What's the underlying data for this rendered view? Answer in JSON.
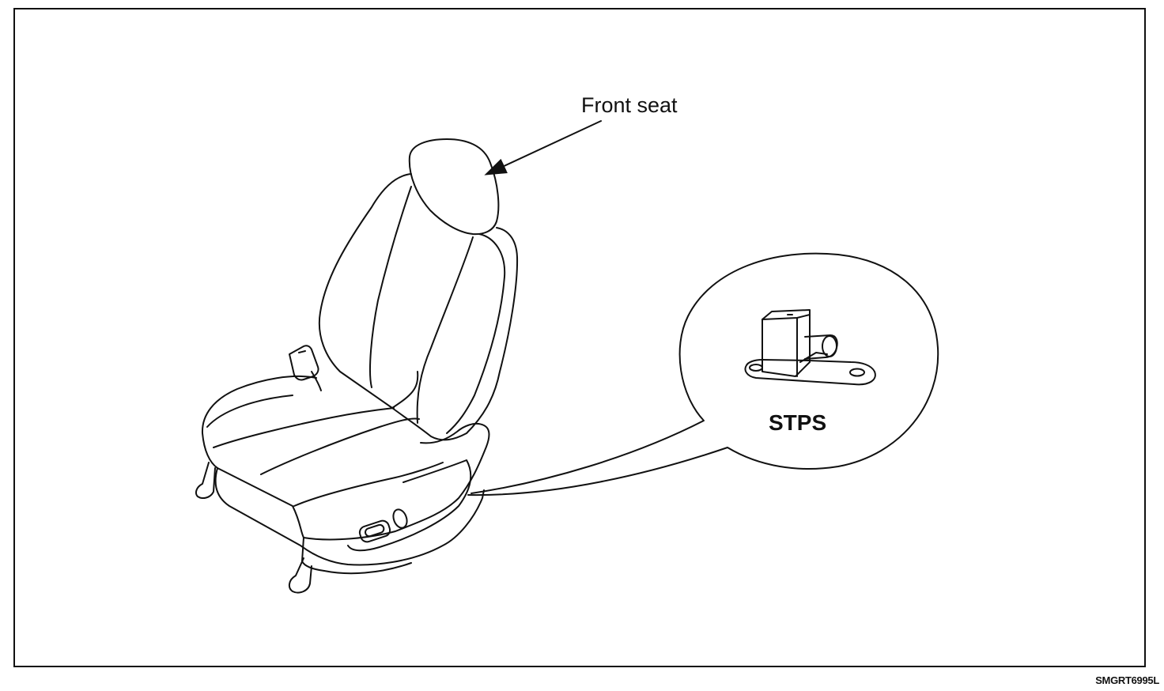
{
  "labels": {
    "front_seat": "Front seat",
    "stps": "STPS",
    "figure_code": "SMGRT6995L"
  },
  "colors": {
    "line": "#111111",
    "background": "#ffffff"
  }
}
